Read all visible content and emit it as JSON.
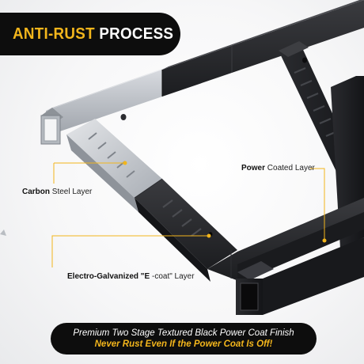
{
  "header": {
    "title_highlight": "ANTI-RUST",
    "title_rest": "PROCESS"
  },
  "labels": {
    "carbon_bold": "Carbon",
    "carbon_rest": "Steel Layer",
    "power_bold": "Power",
    "power_rest": "Coated Layer",
    "egalv_bold": "Electro-Galvanized \"E",
    "egalv_rest": "-coat\" Layer"
  },
  "banner": {
    "line1": "Premium Two Stage Textured Black Power Coat Finish",
    "line2": "Never Rust Even If the Power Coat Is Off!"
  },
  "colors": {
    "accent": "#f2b51c",
    "dark": "#0d0d0d",
    "black_coat": "#1c1d20",
    "steel": "#c9ccd1"
  }
}
